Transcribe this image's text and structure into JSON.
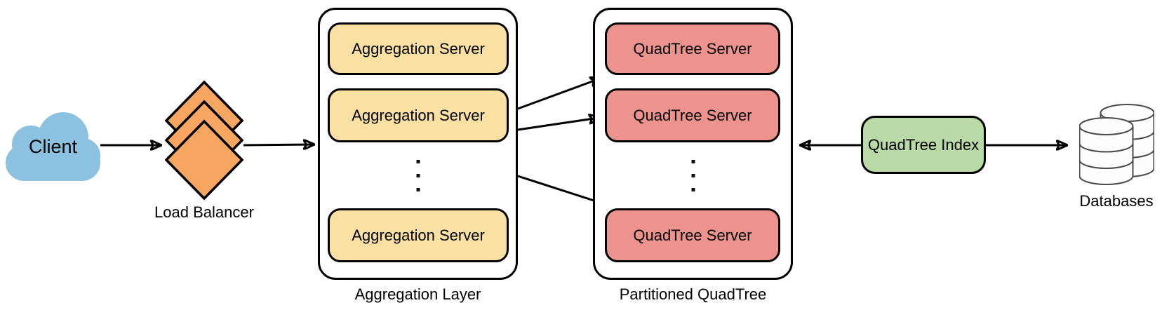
{
  "client": {
    "label": "Client"
  },
  "load_balancer": {
    "label": "Load Balancer"
  },
  "aggregation": {
    "label": "Aggregation Layer",
    "servers": [
      "Aggregation Server",
      "Aggregation Server",
      "Aggregation Server"
    ]
  },
  "quadtree": {
    "label": "Partitioned QuadTree",
    "servers": [
      "QuadTree Server",
      "QuadTree Server",
      "QuadTree Server"
    ]
  },
  "index": {
    "label": "QuadTree Index"
  },
  "databases": {
    "label": "Databases"
  },
  "icons": {
    "client": "cloud-icon",
    "load_balancer": "diamond-stack-icon",
    "databases": "database-cylinders-icon",
    "ellipsis": "vertical-ellipsis-dots"
  },
  "colors": {
    "client_fill": "#8CC1E0",
    "load_balancer_fill": "#F8A661",
    "aggregation_fill": "#FAE0A2",
    "quadtree_fill": "#EC938E",
    "index_fill": "#B9DAA6",
    "stroke": "#000000",
    "database_stroke": "#4A4A4A"
  }
}
